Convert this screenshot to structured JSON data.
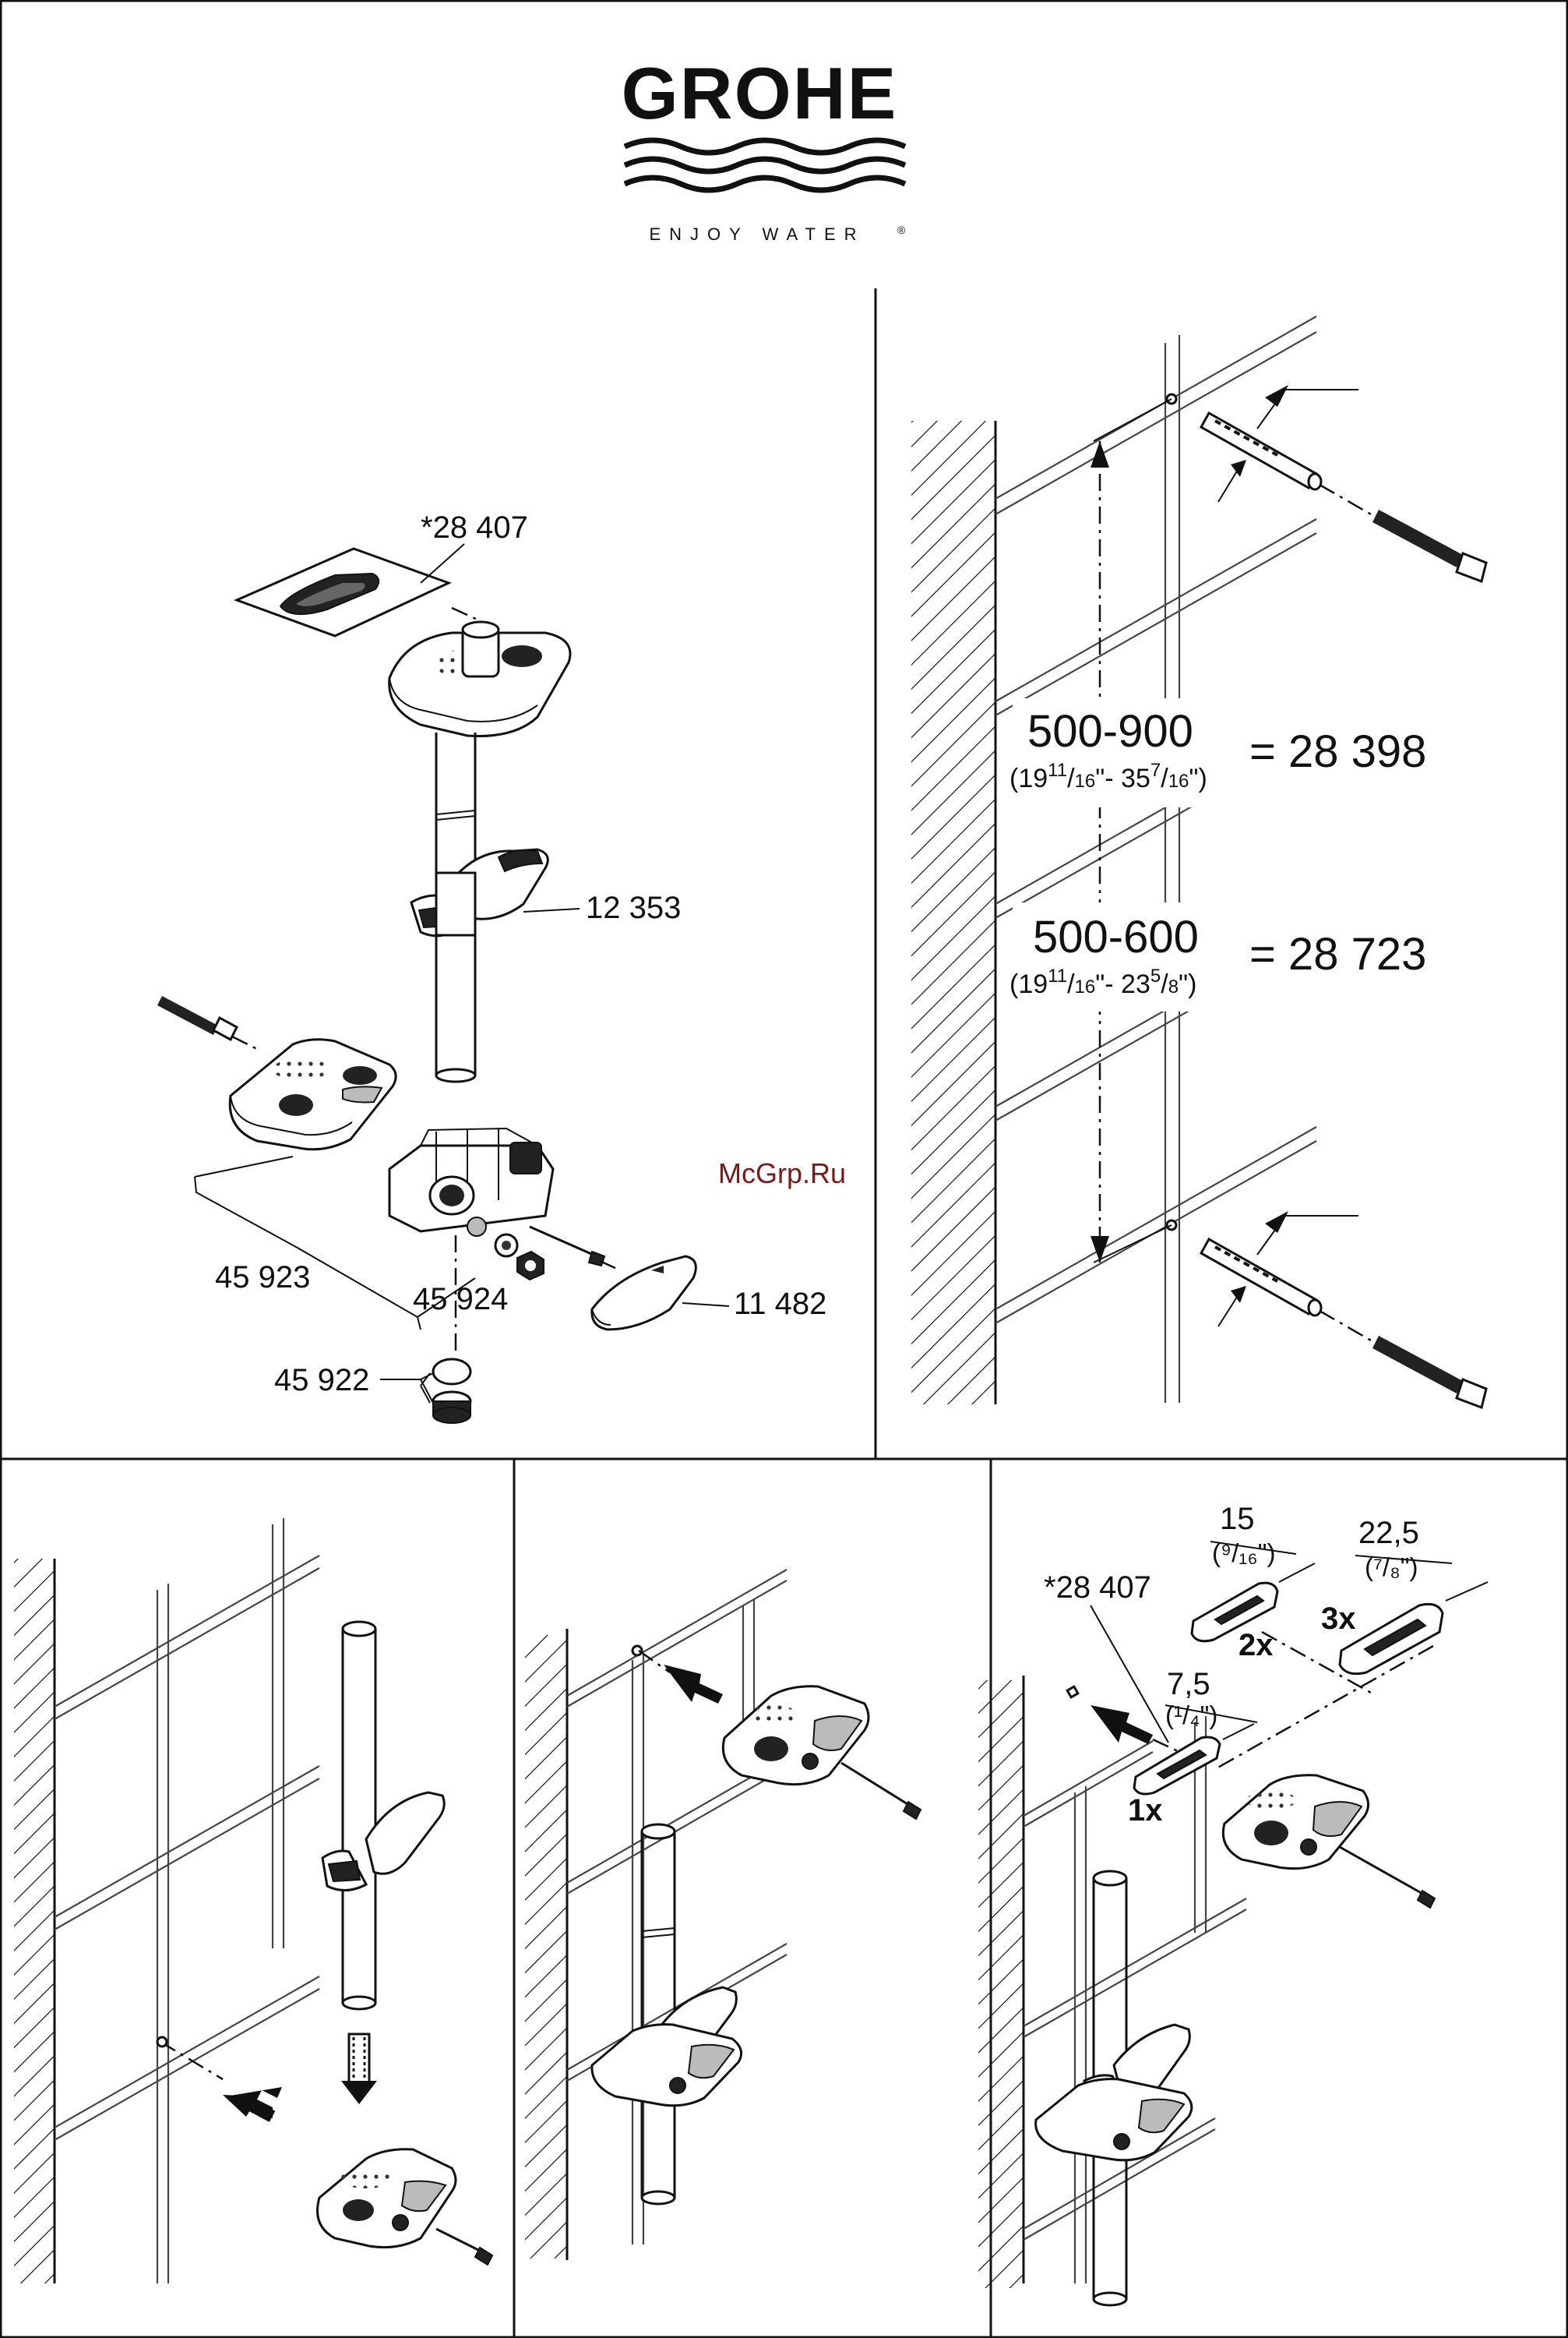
{
  "brand": {
    "name": "GROHE",
    "tagline": "ENJOY WATER",
    "registered": "®"
  },
  "parts": {
    "kit_top": "*28 407",
    "slider": "12 353",
    "holder_set": "45 923",
    "screws": "45 924",
    "wall_cap": "45 922",
    "cover": "11 482"
  },
  "dimensions": {
    "range1": "500-900",
    "range1_in_a": "(19",
    "range1_in_b": "11",
    "range1_in_c": "/",
    "range1_in_d": "16",
    "range1_in_e": "\"- 35",
    "range1_in_f": "7",
    "range1_in_g": "/",
    "range1_in_h": "16",
    "range1_in_i": "\")",
    "range1_part": "= 28 398",
    "range2": "500-600",
    "range2_in_a": "(19",
    "range2_in_b": "11",
    "range2_in_c": "/",
    "range2_in_d": "16",
    "range2_in_e": "\"- 23",
    "range2_in_f": "5",
    "range2_in_g": "/",
    "range2_in_h": "8",
    "range2_in_i": "\")",
    "range2_part": "= 28 723"
  },
  "spacers": {
    "kit": "*28 407",
    "s1_mm": "7,5",
    "s1_in": "(¹/₄\")",
    "s1_qty": "1x",
    "s2_mm": "15",
    "s2_in": "(⁹/₁₆\")",
    "s2_qty": "2x",
    "s3_mm": "22,5",
    "s3_in": "(⁷/₈\")",
    "s3_qty": "3x"
  },
  "watermark": "McGrp.Ru"
}
